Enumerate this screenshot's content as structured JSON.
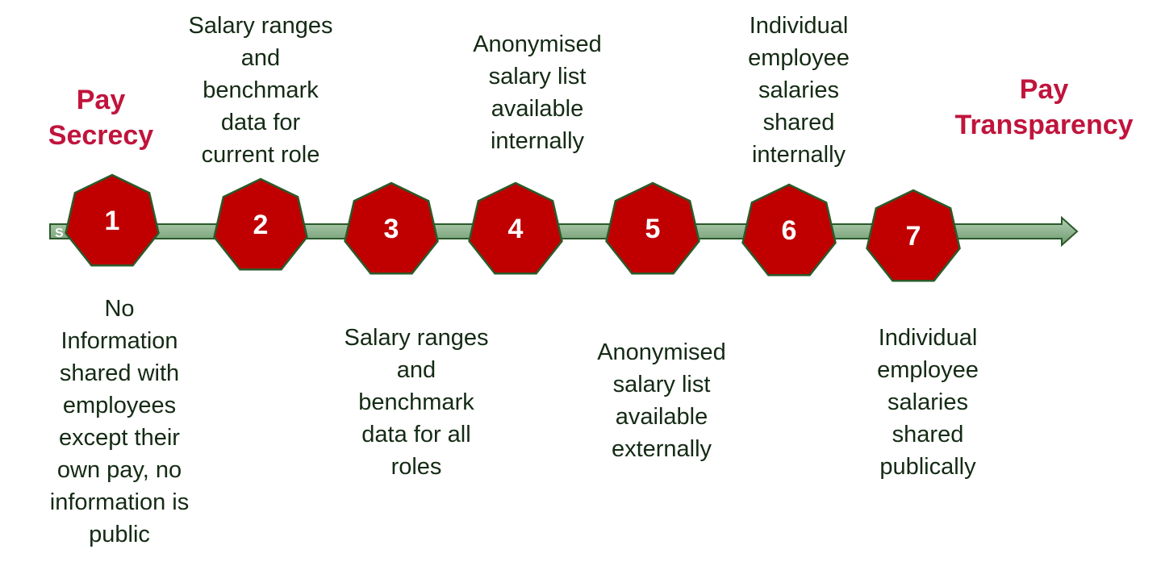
{
  "start_title": [
    "Pay",
    "Secrecy"
  ],
  "end_title": [
    "Pay",
    "Transparency"
  ],
  "arrow_label": "S",
  "colors": {
    "step_fill": "#c00000",
    "step_stroke": "#2a5a2a",
    "arrow": "#8fb58f",
    "title": "#c0143c",
    "text": "#142a14"
  },
  "steps": [
    {
      "number": "1",
      "position": "below",
      "lines": [
        "No",
        "Information",
        "shared with",
        "employees",
        "except their",
        "own pay,  no",
        "information is",
        "public"
      ]
    },
    {
      "number": "2",
      "position": "above",
      "lines": [
        "Salary ranges",
        "and",
        "benchmark",
        "data for",
        "current role"
      ]
    },
    {
      "number": "3",
      "position": "below",
      "lines": [
        "Salary ranges",
        "and",
        "benchmark",
        "data for all",
        "roles"
      ]
    },
    {
      "number": "4",
      "position": "above",
      "lines": [
        "Anonymised",
        "salary list",
        "available",
        "internally"
      ]
    },
    {
      "number": "5",
      "position": "below",
      "lines": [
        "Anonymised",
        "salary list",
        "available",
        "externally"
      ]
    },
    {
      "number": "6",
      "position": "above",
      "lines": [
        "Individual",
        "employee",
        "salaries",
        "shared",
        "internally"
      ]
    },
    {
      "number": "7",
      "position": "below",
      "lines": [
        "Individual",
        "employee",
        "salaries",
        "shared",
        "publically"
      ]
    }
  ]
}
